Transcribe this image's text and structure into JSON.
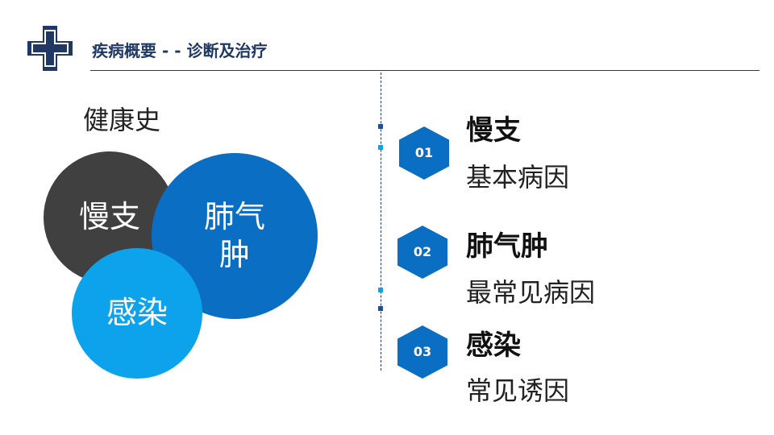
{
  "header": {
    "title": "疾病概要 - - 诊断及治疗",
    "colors": {
      "navy": "#1f3864",
      "brand_blue": "#1f4e9a"
    }
  },
  "section": {
    "subtitle": "健康史"
  },
  "circles": [
    {
      "label": "慢支",
      "color": "#404040"
    },
    {
      "label": "肺气肿",
      "color": "#0a6fc2"
    },
    {
      "label": "感染",
      "color": "#0ca3ec"
    }
  ],
  "items": [
    {
      "number": "01",
      "title": "慢支",
      "desc": "基本病因"
    },
    {
      "number": "02",
      "title": "肺气肿",
      "desc": "最常见病因"
    },
    {
      "number": "03",
      "title": "感染",
      "desc": "常见诱因"
    }
  ],
  "hex_color": "#0a6fc2"
}
